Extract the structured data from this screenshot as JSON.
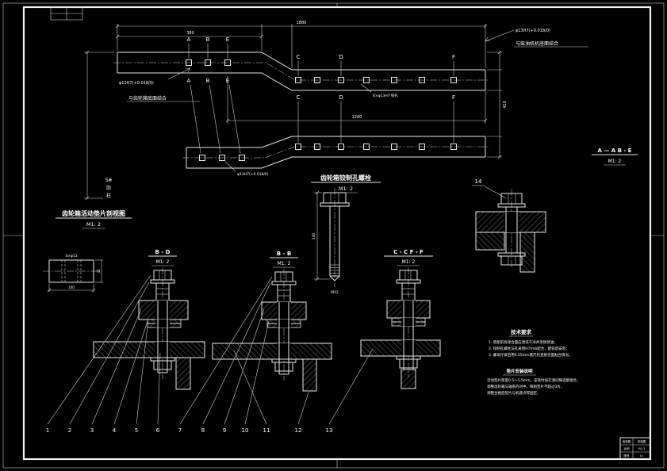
{
  "drawing": {
    "background": "#000000",
    "line_color": "#ffffff",
    "scale": "M1: 2",
    "titles": {
      "plan_bolt": "齿轮箱铰制孔螺栓",
      "shim_section": "齿轮箱活动垫片剖视图",
      "section_bd": "B - D",
      "section_bb": "B - B",
      "section_ccff": "C - C  F - F",
      "section_aabe": "A — A  B - E"
    },
    "hole_labels": [
      "A",
      "B",
      "E",
      "C",
      "D",
      "F"
    ],
    "callouts": [
      "1",
      "2",
      "3",
      "4",
      "5",
      "6",
      "7",
      "8",
      "9",
      "10",
      "11",
      "12",
      "13"
    ],
    "callout_14": "14",
    "annotations": {
      "hole_spec": "φ13H7(+0.018/0)",
      "hole_spec_count": "8×φ13H7 铰孔",
      "fit_top": "与柴油机机座面结合",
      "fit_left": "与齿轮箱底面结合",
      "rib": [
        "5#",
        "肋",
        "柱"
      ]
    },
    "dims": {
      "overall": "1880",
      "left_span": "380",
      "right_span": "1200",
      "rail_height": "410",
      "bolt_len": "140",
      "thread": "M12",
      "shim_w": "100",
      "shim_h": "45",
      "shim_holes": "4×φ13"
    },
    "notes": {
      "tech_title": "技术要求",
      "tech_lines": [
        "1. 装配前各接合面应清洗干净并涂防锈油；",
        "2. 铰制孔螺栓与孔采用H7/m6配合，配铰后安装；",
        "3. 螺母拧紧后用0.05mm塞尺检查接合面贴合情况。"
      ],
      "shim_title": "垫片安装说明",
      "shim_lines": [
        "活动垫片厚度0.5～1.5mm，安装时按实测间隙选配组合，",
        "调整齿轮箱与轴系的对中，每组垫片不超过3片，",
        "调整合格后垫片与机座点焊固定。"
      ]
    },
    "titleblock": {
      "r1c1": "齿轮箱",
      "r1c2": "安装图",
      "r2c1": "比例",
      "r2c2": "M1:2",
      "r3c1": "图号",
      "r3c2": "01"
    }
  }
}
